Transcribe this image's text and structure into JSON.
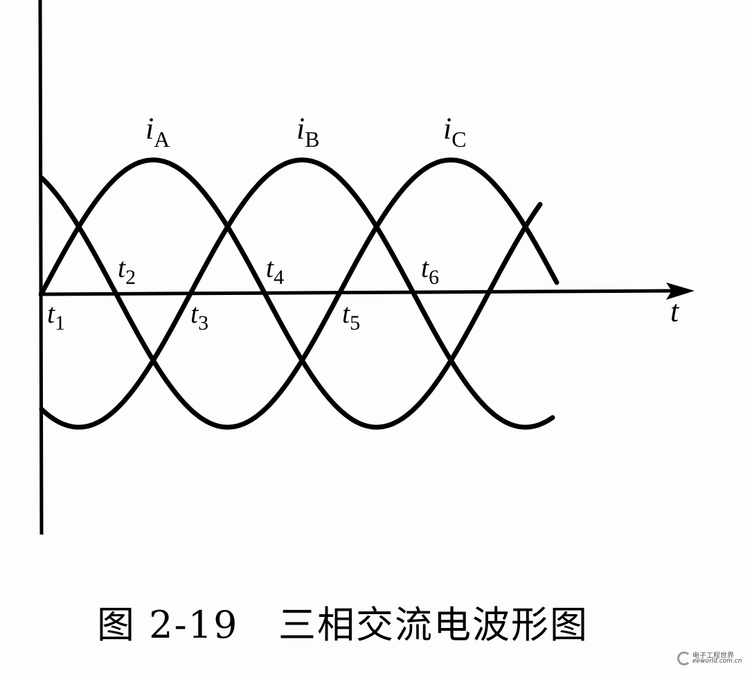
{
  "axis": {
    "t_label": "t"
  },
  "curves": [
    {
      "letter": "i",
      "sub": "A"
    },
    {
      "letter": "i",
      "sub": "B"
    },
    {
      "letter": "i",
      "sub": "C"
    }
  ],
  "ticks": [
    {
      "letter": "t",
      "sub": "1"
    },
    {
      "letter": "t",
      "sub": "2"
    },
    {
      "letter": "t",
      "sub": "3"
    },
    {
      "letter": "t",
      "sub": "4"
    },
    {
      "letter": "t",
      "sub": "5"
    },
    {
      "letter": "t",
      "sub": "6"
    }
  ],
  "caption": "图 2-19   三相交流电波形图",
  "watermark": {
    "cn": "电子工程世界",
    "en": "eeworld.com.cn"
  }
}
